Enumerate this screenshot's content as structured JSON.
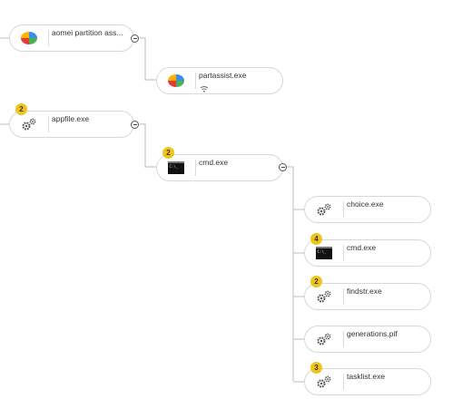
{
  "nodes": [
    {
      "id": "aomei",
      "label": "aomei partition ass...",
      "icon": "aomei-partition-icon"
    },
    {
      "id": "partassist",
      "label": "partassist.exe",
      "icon": "aomei-partition-icon",
      "extra_icon": "wifi-icon"
    },
    {
      "id": "appfile",
      "label": "appfile.exe",
      "icon": "gears-icon",
      "badge": "2"
    },
    {
      "id": "cmd1",
      "label": "cmd.exe",
      "icon": "terminal-icon",
      "badge": "2"
    },
    {
      "id": "choice",
      "label": "choice.exe",
      "icon": "gears-icon"
    },
    {
      "id": "cmd2",
      "label": "cmd.exe",
      "icon": "terminal-icon",
      "badge": "4"
    },
    {
      "id": "findstr",
      "label": "findstr.exe",
      "icon": "gears-icon",
      "badge": "2"
    },
    {
      "id": "generations",
      "label": "generations.pif",
      "icon": "gears-icon"
    },
    {
      "id": "tasklist",
      "label": "tasklist.exe",
      "icon": "gears-icon",
      "badge": "3"
    }
  ],
  "colors": {
    "badge": "#f0c419",
    "node_border": "#d8d8d8",
    "connector": "#c8c8c8"
  }
}
